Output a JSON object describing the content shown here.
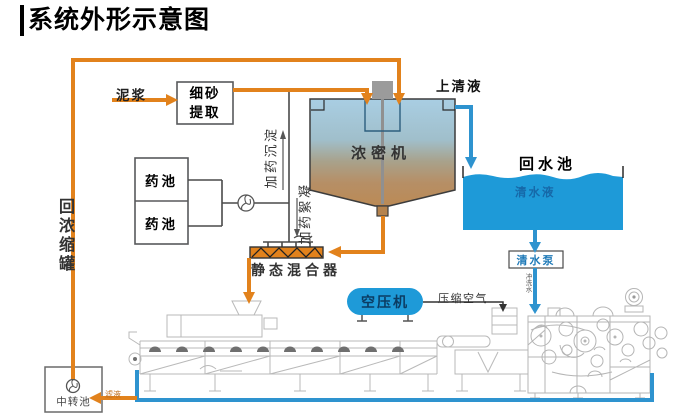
{
  "title": "系统外形示意图",
  "nodes": {
    "mud": {
      "label": "泥浆"
    },
    "sand_extraction": {
      "line1": "细砂",
      "line2": "提取"
    },
    "chem_tank_1": {
      "label": "药池"
    },
    "chem_tank_2": {
      "label": "药池"
    },
    "dosing_sedimentation": {
      "label": "加药沉淀"
    },
    "dosing_flocculation": {
      "label": "加药絮凝"
    },
    "thickener": {
      "label": "浓密机"
    },
    "supernatant": {
      "label": "上清液"
    },
    "return_water_pool": {
      "label": "回水池",
      "water_label": "清水液"
    },
    "clear_water_pump": {
      "label": "清水泵"
    },
    "flush_water": {
      "label": "冲洗水"
    },
    "static_mixer": {
      "label": "静态混合器"
    },
    "air_compressor": {
      "label": "空压机"
    },
    "compressed_air": {
      "label": "压缩空气"
    },
    "return_thickening_tank": {
      "label": "回浓缩罐"
    },
    "transfer_pool": {
      "label": "中转池"
    },
    "filtrate": {
      "label": "滤液"
    }
  },
  "colors": {
    "pipe_orange": "#e2821c",
    "pipe_blue": "#2e93cf",
    "water_blue": "#1e9ad8",
    "sketch_gray": "#b9b9b9"
  }
}
